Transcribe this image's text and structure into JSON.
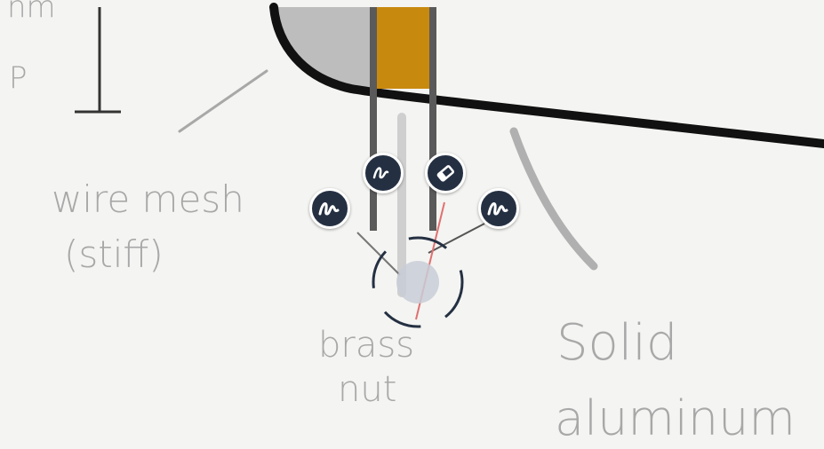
{
  "colors": {
    "paper": "#f4f4f2",
    "ink_black": "#111111",
    "pencil_gray": "#a8a8a8",
    "fill_gray": "#bdbdbd",
    "brass": "#c8890f",
    "tool_bg": "#243042",
    "red_line": "#e07070"
  },
  "labels": {
    "top_left_1": "nm",
    "top_left_2": "P",
    "wire_mesh": "wire mesh",
    "stiff": "(stiff)",
    "brass": "brass",
    "nut": "nut",
    "solid": "Solid",
    "aluminum": "aluminum"
  },
  "tools": [
    {
      "name": "pen-tool-left",
      "icon": "squiggle-pen-icon"
    },
    {
      "name": "pen-tool-top",
      "icon": "squiggle-pen-icon"
    },
    {
      "name": "eraser-tool",
      "icon": "eraser-icon"
    },
    {
      "name": "pen-tool-right",
      "icon": "squiggle-pen-icon"
    }
  ]
}
